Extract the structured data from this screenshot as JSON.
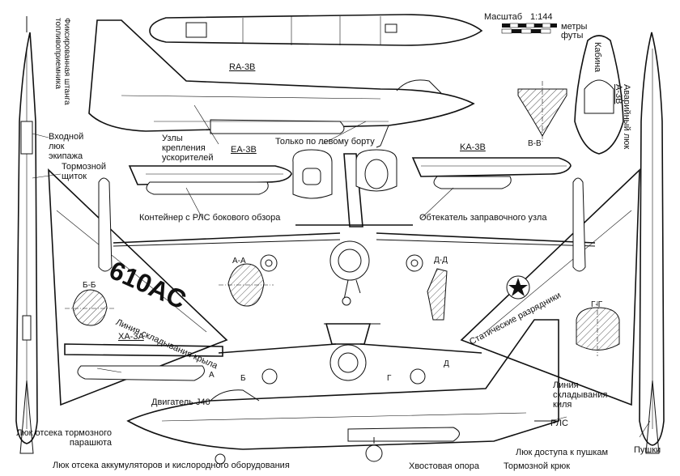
{
  "scale": {
    "label": "Масштаб",
    "ratio": "1:144",
    "unit_m": "метры",
    "unit_ft": "футы"
  },
  "variants": {
    "ra3b": "RA-3B",
    "ea3b": "EA-3B",
    "ka3b": "KA-3B",
    "xa3a": "XA-3A",
    "a3b_cockpit": "A-3B"
  },
  "sections": {
    "aa": "А-А",
    "bb": "Б-Б",
    "vv": "В-В",
    "gg": "Г-Г",
    "dd": "Д-Д",
    "a": "А",
    "b": "Б",
    "g": "Г",
    "d": "Д"
  },
  "markings": {
    "side_number": "610AC"
  },
  "labels": {
    "fixed_refuel_boom": "Фиксированная штанга топливоприемника",
    "entry_hatch": "Входной люк экипажа",
    "speed_brake": "Тормозной щиток",
    "booster_mounts": "Узлы крепления ускорителей",
    "left_side_only": "Только по левому борту",
    "slar_pod": "Контейнер с РЛС бокового обзора",
    "refuel_fairing": "Обтекатель заправочного узла",
    "cockpit": "Кабина",
    "emergency_hatch": "Аварийный люк",
    "wing_fold_line": "Линия складывания крыла",
    "static_dischargers": "Статические разрядники",
    "engine": "Двигатель J40",
    "fin_fold_line": "Линия складывания киля",
    "radar": "РЛС",
    "chute_bay": "Люк отсека тормозного парашюта",
    "gun_access": "Люк доступа к пушкам",
    "guns": "Пушки",
    "battery_bay": "Люк отсека аккумуляторов и кислородного оборудования",
    "tail_bumper": "Хвостовая опора",
    "arrest_hook": "Тормозной крюк"
  }
}
